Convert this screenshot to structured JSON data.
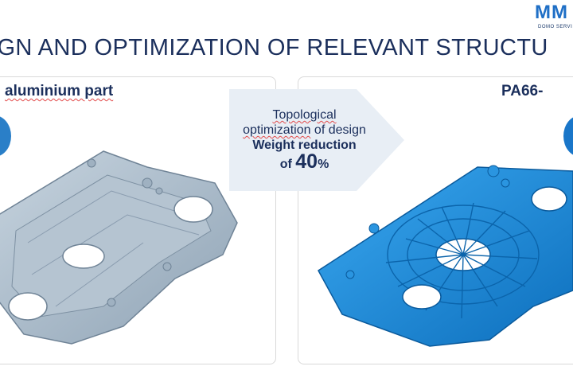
{
  "logo": {
    "mark": "MM",
    "subtitle": "DOMO SERVI"
  },
  "title": "IGN AND OPTIMIZATION OF RELEVANT STRUCTU",
  "left_panel": {
    "label": "aluminium part"
  },
  "right_panel": {
    "label": "PA66-"
  },
  "arrow": {
    "line1": "Topological",
    "line2_pre": "optimization",
    "line2_post": " of design",
    "line3": "Weight reduction",
    "line4_pre": "of ",
    "line4_value": "40",
    "line4_unit": "%"
  },
  "colors": {
    "title": "#1b2f5c",
    "aluminium_part": "#a9bbc9",
    "plastic_part": "#1b8fe0",
    "accent": "#1f6fc6"
  },
  "icons": [
    "aluminium-part-illustration",
    "plastic-part-illustration",
    "right-arrow-shape"
  ]
}
